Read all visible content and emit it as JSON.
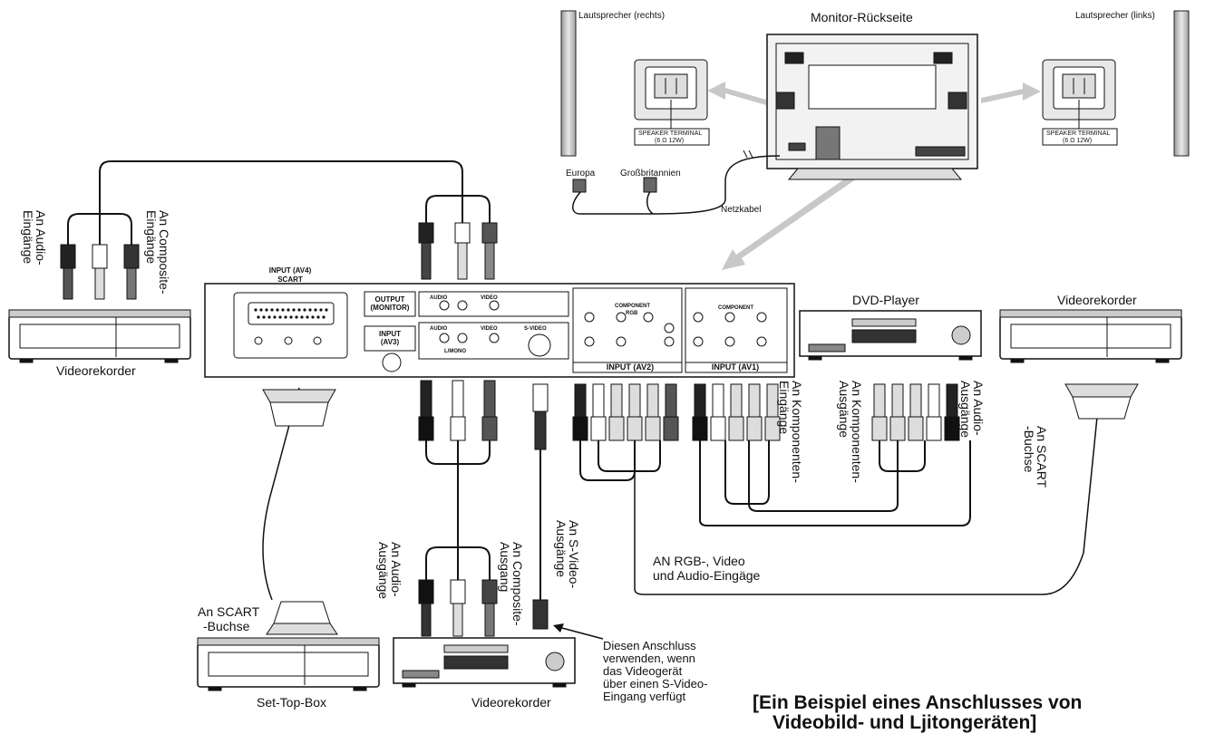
{
  "monitor": {
    "title": "Monitor-Rückseite"
  },
  "speakers": {
    "right": "Lautsprecher (rechts)",
    "left": "Lautsprecher (links)",
    "terminal": "SPEAKER TERMINAL",
    "terminal_spec": "(6 Ω 12W)"
  },
  "power": {
    "europe": "Europa",
    "uk": "Großbritannien",
    "cable": "Netzkabel"
  },
  "panel": {
    "av4": "INPUT (AV4)",
    "scart": "SCART",
    "output_monitor": "OUTPUT\n(MONITOR)",
    "input_av3": "INPUT\n(AV3)",
    "audio": "AUDIO",
    "video": "VIDEO",
    "svideo": "S-VIDEO",
    "mono": "L/MONO",
    "component": "COMPONENT",
    "rgb": "RGB",
    "av2": "INPUT (AV2)",
    "av1": "INPUT (AV1)"
  },
  "devices": {
    "vcr_left": "Videorekorder",
    "dvd": "DVD-Player",
    "vcr_right": "Videorekorder",
    "settop": "Set-Top-Box",
    "vcr_bottom": "Videorekorder"
  },
  "labels": {
    "audio_in": "An Audio-\nEingänge",
    "composite_in": "An Composite-\nEingänge",
    "component_in": "An Komponenten-\nEingänge",
    "component_out": "An Komponenten-\nAusgänge",
    "audio_out_dvd": "An Audio-\nAusgänge",
    "scart_right": "An SCART\n-Buchse",
    "svideo_out": "An S-Video-\nAusgänge",
    "composite_out": "An Composite-\nAusgang",
    "audio_out_vcr": "An Audio-\nAusgänge",
    "rgb_in_1": "AN RGB-, Video",
    "rgb_in_2": "und Audio-Eingäge",
    "scart_settop_1": "An SCART",
    "scart_settop_2": "-Buchse",
    "note_1": "Diesen Anschluss",
    "note_2": "verwenden, wenn",
    "note_3": "das Videogerät",
    "note_4": "über einen S-Video-",
    "note_5": "Eingang verfügt",
    "caption_1": "[Ein Beispiel eines Anschlusses von",
    "caption_2": "Videobild- und Ljitongeräten]"
  }
}
